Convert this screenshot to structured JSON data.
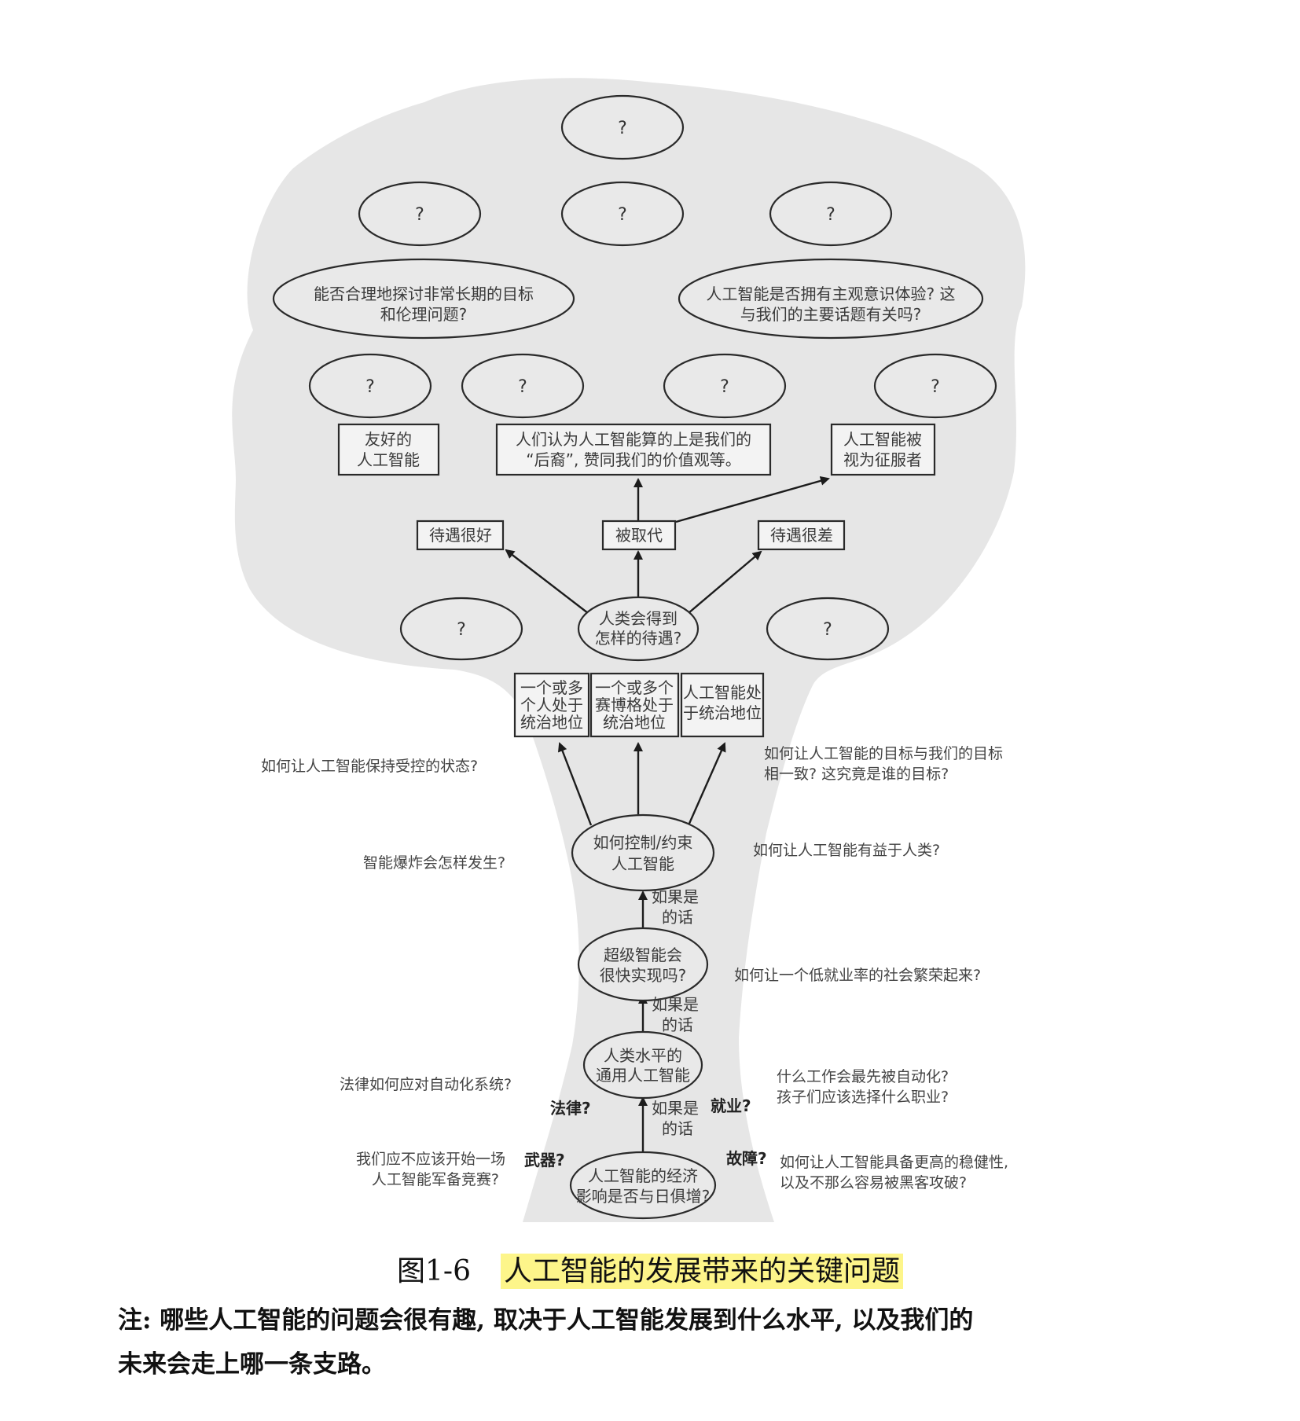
{
  "nodes": {
    "q_top": "?",
    "q_r2_left": "?",
    "q_r2_mid": "?",
    "q_r2_right": "?",
    "ethics_line1": "能否合理地探讨非常长期的目标",
    "ethics_line2": "和伦理问题?",
    "conscious_line1": "人工智能是否拥有主观意识体验? 这",
    "conscious_line2": "与我们的主要话题有关吗?",
    "q_r4_1": "?",
    "q_r4_2": "?",
    "q_r4_3": "?",
    "q_r4_4": "?",
    "friendly_line1": "友好的",
    "friendly_line2": "人工智能",
    "descendants_line1": "人们认为人工智能算的上是我们的",
    "descendants_line2": "“后裔”, 赞同我们的价值观等。",
    "conqueror_line1": "人工智能被",
    "conqueror_line2": "视为征服者",
    "treated_well": "待遇很好",
    "replaced": "被取代",
    "treated_badly": "待遇很差",
    "q_mid_left": "?",
    "q_mid_right": "?",
    "humans_line1": "人类会得到",
    "humans_line2": "怎样的待遇?",
    "dom1_line1": "一个或多",
    "dom1_line2": "个人处于",
    "dom1_line3": "统治地位",
    "dom2_line1": "一个或多个",
    "dom2_line2": "赛博格处于",
    "dom2_line3": "统治地位",
    "dom3_line1": "人工智能处",
    "dom3_line2": "于统治地位",
    "control_line1": "如何控制/约束",
    "control_line2": "人工智能",
    "super_line1": "超级智能会",
    "super_line2": "很快实现吗?",
    "agi_line1": "人类水平的",
    "agi_line2": "通用人工智能",
    "econ_line1": "人工智能的经济",
    "econ_line2": "影响是否与日俱增?",
    "if_line1": "如果是",
    "if_line2": "的话"
  },
  "side_questions": {
    "keep_control": "如何让人工智能保持受控的状态?",
    "goals_line1": "如何让人工智能的目标与我们的目标",
    "goals_line2": "相一致? 这究竟是谁的目标?",
    "explosion": "智能爆炸会怎样发生?",
    "beneficial": "如何让人工智能有益于人类?",
    "prosper": "如何让一个低就业率的社会繁荣起来?",
    "law": "法律如何应对自动化系统?",
    "jobs_line1": "什么工作会最先被自动化?",
    "jobs_line2": "孩子们应该选择什么职业?",
    "arms_line1": "我们应不应该开始一场",
    "arms_line2": "人工智能军备竞赛?",
    "robust_line1": "如何让人工智能具备更高的稳健性,",
    "robust_line2": "以及不那么容易被黑客攻破?"
  },
  "branch_labels": {
    "law": "法律?",
    "employment": "就业?",
    "weapons": "武器?",
    "faults": "故障?"
  },
  "caption": {
    "number": "图1-6",
    "title": "人工智能的发展带来的关键问题"
  },
  "note": {
    "line1": "注: 哪些人工智能的问题会很有趣, 取决于人工智能发展到什么水平, 以及我们的",
    "line2": "未来会走上哪一条支路。"
  },
  "colors": {
    "tree_fill": "#e6e6e6",
    "node_fill": "#e9e9e9",
    "highlight": "#fdf58a"
  }
}
